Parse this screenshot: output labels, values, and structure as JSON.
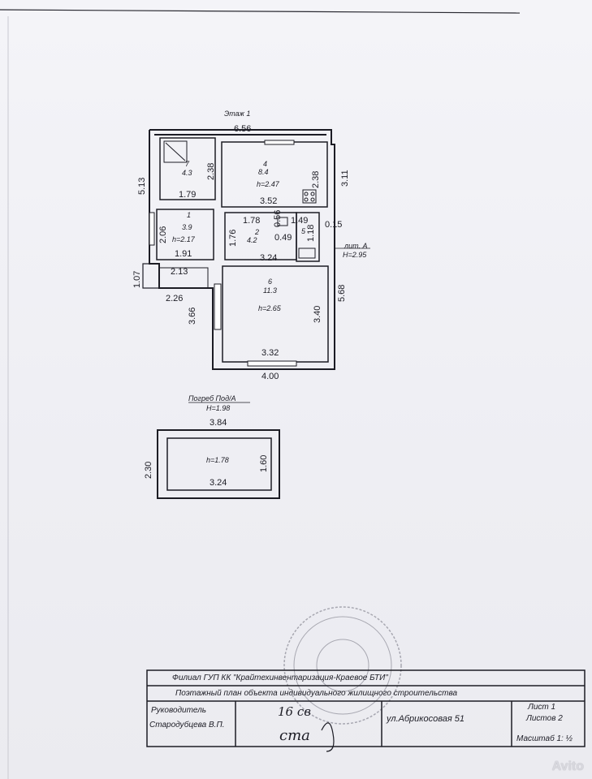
{
  "floor_title": "Этаж 1",
  "dims": {
    "top_width": "6.56",
    "left_height": "5.13",
    "right_height": "3.11",
    "room7_inner_h": "2.38",
    "room7_w": "1.79",
    "room4_h": "2.38",
    "room4_w": "3.52",
    "room1_h": "2.06",
    "room1_w": "1.91",
    "corridor_w1": "1.78",
    "corridor_h": "1.76",
    "d056": "0.56",
    "d149": "1.49",
    "d015": "0.15",
    "d049": "0.49",
    "d118": "1.18",
    "d324": "3.24",
    "d213": "2.13",
    "d107": "1.07",
    "d226": "2.26",
    "d366": "3.66",
    "d340": "3.40",
    "d568": "5.68",
    "d332": "3.32",
    "bottom_width": "4.00"
  },
  "rooms": {
    "r7": {
      "num": "7",
      "area": "4.3"
    },
    "r4": {
      "num": "4",
      "area": "8.4",
      "height": "h=2.47"
    },
    "r1": {
      "num": "1",
      "area": "3.9",
      "height": "h=2.17"
    },
    "r2": {
      "num": "2",
      "area": "4.2"
    },
    "r6": {
      "num": "6",
      "area": "11.3",
      "height": "h=2.65"
    },
    "r5": {
      "num": "5"
    }
  },
  "lit_label": "лит. А",
  "lit_height": "H=2.95",
  "cellar": {
    "title": "Погреб  Под/А",
    "height": "H=1.98",
    "outer_w": "3.84",
    "outer_h": "2.30",
    "inner_h_label": "h=1.78",
    "inner_w": "3.24",
    "inner_h": "1.60"
  },
  "title_block": {
    "org": "Филиал  ГУП КК \"Крайтехинвентаризация-Краевое БТИ\"",
    "plan_title": "Поэтажный план объекта индивидуального жилищного строительства",
    "head_role": "Руководитель",
    "head_name": "Стародубцева В.П.",
    "handwritten_1": "16 св",
    "handwritten_2": "ста",
    "address": "ул.Абрикосовая 51",
    "sheet": "Лист 1",
    "sheets": "Листов 2",
    "scale": "Масштаб 1: ½"
  },
  "watermark": "Avito",
  "colors": {
    "paper": "#f2f2f6",
    "ink": "#1c1c24",
    "stamp": "#7a7a86"
  }
}
